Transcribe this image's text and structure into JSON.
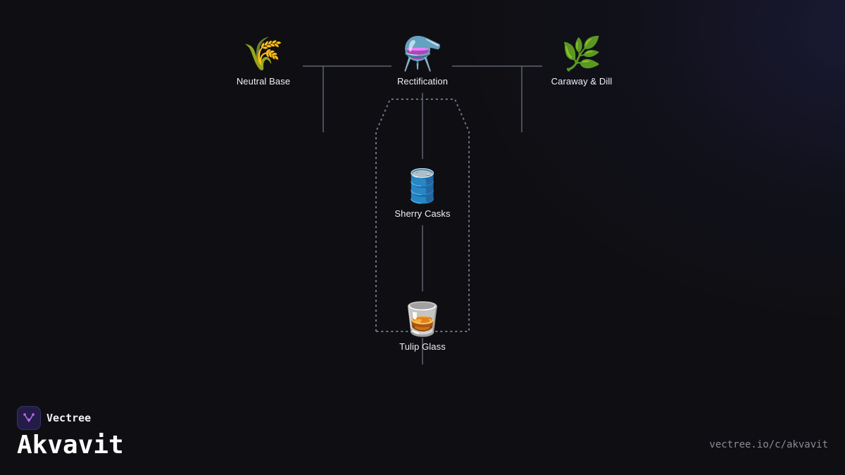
{
  "brand": {
    "name": "Vectree"
  },
  "page": {
    "title": "Akvavit",
    "url": "vectree.io/c/akvavit"
  },
  "diagram": {
    "nodes": [
      {
        "id": "neutral-base",
        "label": "Neutral Base",
        "emoji": "🌾",
        "icon": "wheat-icon"
      },
      {
        "id": "rectification",
        "label": "Rectification",
        "emoji": "⚗️",
        "icon": "alembic-icon"
      },
      {
        "id": "caraway-dill",
        "label": "Caraway & Dill",
        "emoji": "🌿",
        "icon": "herb-icon"
      },
      {
        "id": "sherry-casks",
        "label": "Sherry Casks",
        "emoji": "🛢️",
        "icon": "barrel-icon"
      },
      {
        "id": "tulip-glass",
        "label": "Tulip Glass",
        "emoji": "🥃",
        "icon": "glass-icon"
      }
    ],
    "edges": [
      {
        "from": "neutral-base",
        "to": "rectification"
      },
      {
        "from": "caraway-dill",
        "to": "rectification"
      },
      {
        "from": "rectification",
        "to": "sherry-casks"
      },
      {
        "from": "sherry-casks",
        "to": "tulip-glass"
      }
    ],
    "colors": {
      "background": "#0f0f13",
      "connector": "#5d6470",
      "group_outline": "#6b7685",
      "brand_logo_bg": "#231c47",
      "brand_logo_mark": "#b86cf0"
    }
  }
}
